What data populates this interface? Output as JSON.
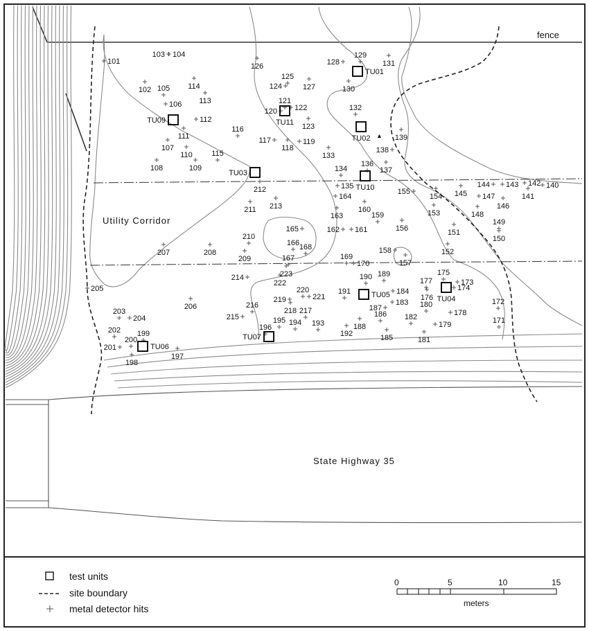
{
  "labels": {
    "fence": "fence",
    "utility_corridor": "Utility Corridor",
    "highway": "State Highway 35"
  },
  "legend": {
    "test_units": "test units",
    "site_boundary": "site boundary",
    "metal_detector_hits": "metal detector hits"
  },
  "scale": {
    "ticks": [
      "0",
      "5",
      "10",
      "15"
    ],
    "unit": "meters"
  },
  "test_units": [
    "TU01",
    "TU02",
    "TU03",
    "TU04",
    "TU05",
    "TU06",
    "TU07",
    "TU09",
    "TU10",
    "TU11"
  ],
  "hits": [
    "101",
    "102",
    "103",
    "104",
    "105",
    "106",
    "107",
    "108",
    "109",
    "110",
    "111",
    "112",
    "113",
    "114",
    "115",
    "116",
    "117",
    "118",
    "119",
    "120",
    "121",
    "122",
    "123",
    "124",
    "125",
    "126",
    "127",
    "128",
    "129",
    "130",
    "131",
    "132",
    "133",
    "134",
    "135",
    "136",
    "137",
    "138",
    "139",
    "140",
    "141",
    "142",
    "143",
    "144",
    "145",
    "146",
    "147",
    "148",
    "149",
    "150",
    "151",
    "152",
    "153",
    "154",
    "155",
    "156",
    "157",
    "158",
    "159",
    "160",
    "161",
    "162",
    "163",
    "164",
    "165",
    "166",
    "167",
    "168",
    "169",
    "170",
    "171",
    "172",
    "173",
    "174",
    "175",
    "176",
    "177",
    "178",
    "179",
    "180",
    "181",
    "182",
    "183",
    "184",
    "185",
    "186",
    "187",
    "188",
    "189",
    "190",
    "191",
    "192",
    "193",
    "194",
    "195",
    "196",
    "197",
    "198",
    "199",
    "200",
    "201",
    "202",
    "203",
    "204",
    "205",
    "206",
    "207",
    "208",
    "209",
    "210",
    "211",
    "212",
    "213",
    "214",
    "215",
    "216",
    "217",
    "218",
    "219",
    "220",
    "221",
    "222",
    "223"
  ],
  "colors": {
    "contour": "#8a8a8a",
    "ink": "#111111"
  }
}
